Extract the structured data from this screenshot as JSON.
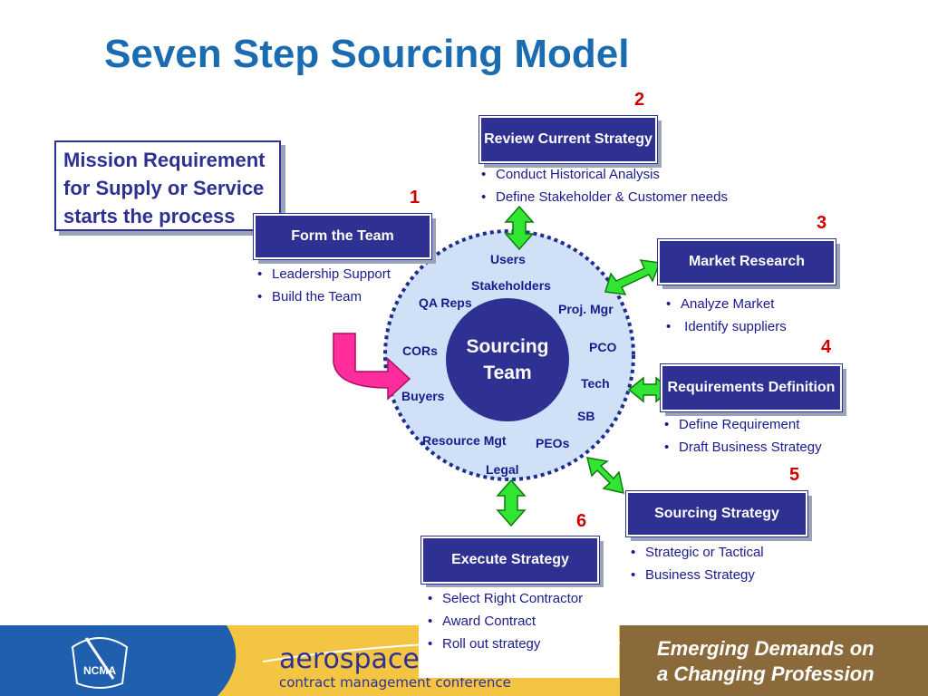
{
  "title": "Seven Step Sourcing Model",
  "mission": "Mission Requirement for Supply or Service starts the process",
  "center": {
    "line1": "Sourcing",
    "line2": "Team"
  },
  "ring_labels": [
    "Users",
    "Stakeholders",
    "QA Reps",
    "Proj. Mgr",
    "CORs",
    "PCO",
    "Tech",
    "Buyers",
    "SB",
    "Resource Mgt",
    "PEOs",
    "Legal"
  ],
  "steps": [
    {
      "num": "1",
      "label": "Form the Team",
      "bullets": [
        "Leadership Support",
        "Build the Team"
      ]
    },
    {
      "num": "2",
      "label": "Review Current Strategy",
      "bullets": [
        "Conduct Historical Analysis",
        "Define Stakeholder & Customer needs"
      ]
    },
    {
      "num": "3",
      "label": "Market Research",
      "bullets": [
        "Analyze Market",
        " Identify suppliers"
      ]
    },
    {
      "num": "4",
      "label": "Requirements Definition",
      "bullets": [
        "Define Requirement",
        "Draft Business Strategy"
      ]
    },
    {
      "num": "5",
      "label": "Sourcing Strategy",
      "bullets": [
        "Strategic or Tactical",
        "Business Strategy"
      ]
    },
    {
      "num": "6",
      "label": "Execute Strategy",
      "bullets": [
        "Select Right Contractor",
        "Award Contract",
        "Roll out strategy"
      ]
    }
  ],
  "footer": {
    "logo_text": "NCMA",
    "conference_line1": "aerospace",
    "conference_line2": "contract management conference",
    "tagline_line1": "Emerging Demands on",
    "tagline_line2": "a Changing Profession"
  },
  "colors": {
    "title": "#1a6bb0",
    "box": "#2e3192",
    "arrow": "#22dd22",
    "pink_arrow": "#ff2d9b",
    "circle_fill": "#cfe0f7",
    "numbers": "#cc0000"
  }
}
